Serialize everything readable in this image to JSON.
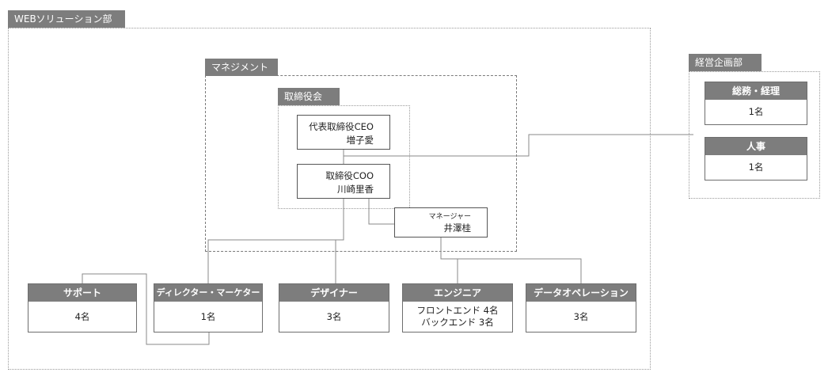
{
  "regions": {
    "web_solution": "WEBソリューション部",
    "management": "マネジメント",
    "board": "取締役会",
    "planning": "経営企画部"
  },
  "people": {
    "ceo": {
      "role": "代表取締役CEO",
      "name": "増子愛"
    },
    "coo": {
      "role": "取締役COO",
      "name": "川崎里香"
    },
    "manager": {
      "role": "マネージャー",
      "name": "井澤桂"
    }
  },
  "planning_cards": [
    {
      "title": "総務・経理",
      "count": "1名"
    },
    {
      "title": "人事",
      "count": "1名"
    }
  ],
  "team_cards": [
    {
      "title": "サポート",
      "lines": [
        "4名"
      ]
    },
    {
      "title": "ディレクター・マーケター",
      "lines": [
        "1名"
      ]
    },
    {
      "title": "デザイナー",
      "lines": [
        "3名"
      ]
    },
    {
      "title": "エンジニア",
      "lines": [
        "フロントエンド 4名",
        "バックエンド 3名"
      ]
    },
    {
      "title": "データオペレーション",
      "lines": [
        "3名"
      ]
    }
  ],
  "colors": {
    "header_fill": "#7d7d7d",
    "header_text": "#ffffff",
    "connector": "#8a8a8a"
  }
}
